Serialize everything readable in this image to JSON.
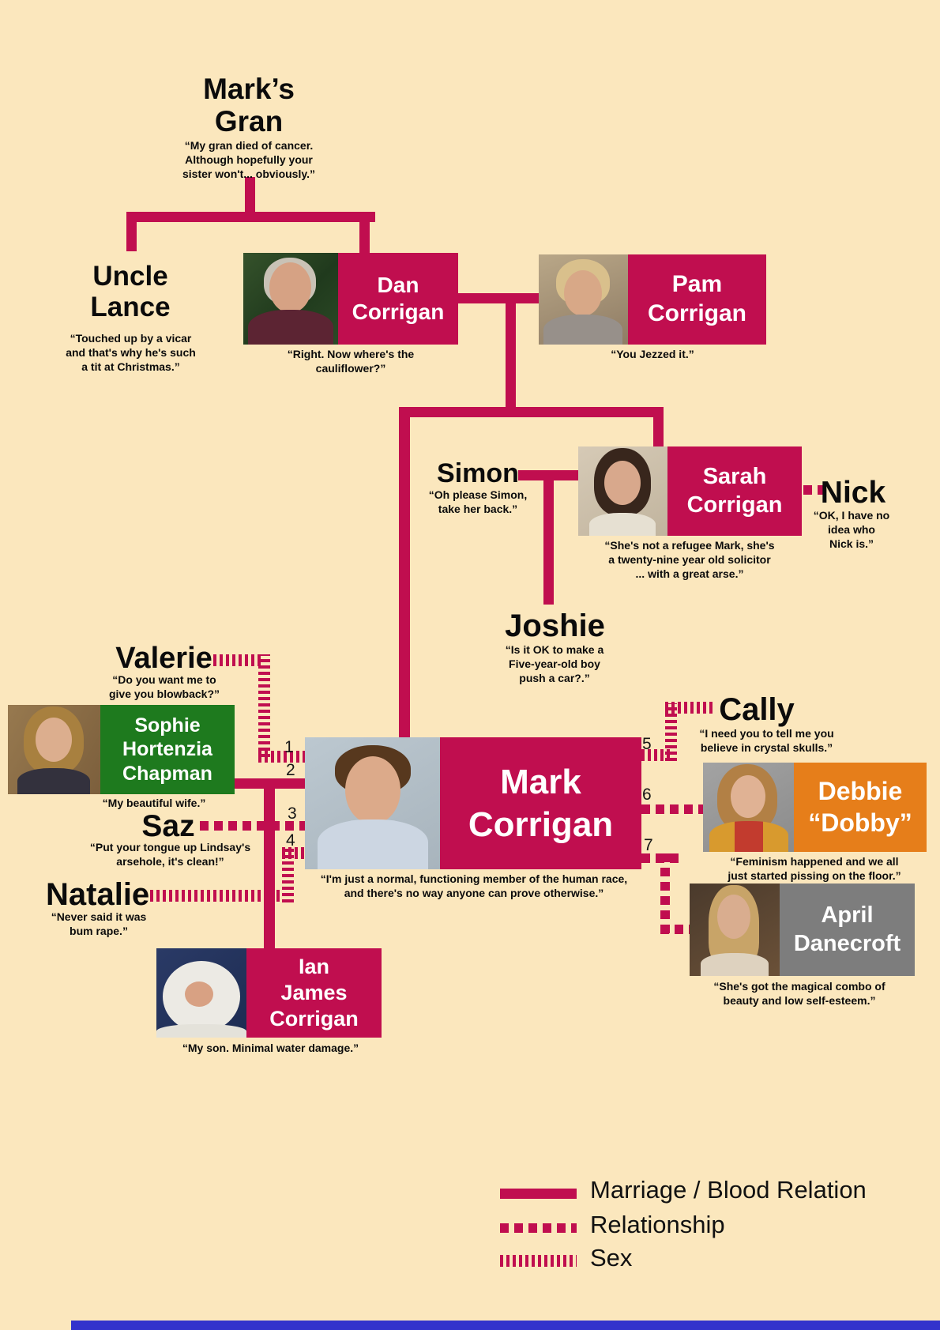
{
  "people": {
    "gran": {
      "name": "Mark’s\nGran",
      "quote": "“My gran died of cancer.\nAlthough hopefully your\nsister won't... obviously.”"
    },
    "lance": {
      "name": "Uncle\nLance",
      "quote": "“Touched up by a vicar\nand that's why he's such\na tit at Christmas.”"
    },
    "dan": {
      "name": "Dan\nCorrigan",
      "quote": "“Right. Now where's the\ncauliflower?”"
    },
    "pam": {
      "name": "Pam\nCorrigan",
      "quote": "“You Jezzed it.”"
    },
    "simon": {
      "name": "Simon",
      "quote": "“Oh please Simon,\ntake her back.”"
    },
    "sarah": {
      "name": "Sarah\nCorrigan",
      "quote": "“She's not a refugee Mark, she's\na twenty-nine year old solicitor\n... with a great arse.”"
    },
    "nick": {
      "name": "Nick",
      "quote": "“OK, I have no\nidea who\nNick is.”"
    },
    "joshie": {
      "name": "Joshie",
      "quote": "“Is it OK to make a\nFive-year-old boy\npush a car?.”"
    },
    "valerie": {
      "name": "Valerie",
      "quote": "“Do you want me to\ngive you blowback?”"
    },
    "sophie": {
      "name": "Sophie\nHortenzia\nChapman",
      "quote": "“My beautiful wife.”"
    },
    "saz": {
      "name": "Saz",
      "quote": "“Put your tongue up Lindsay's\narsehole, it's clean!”"
    },
    "natalie": {
      "name": "Natalie",
      "quote": "“Never said it was\nbum rape.”"
    },
    "mark": {
      "name": "Mark\nCorrigan",
      "quote": "“I'm just a normal, functioning member of the human race,\nand there's no way anyone can prove otherwise.”"
    },
    "ian": {
      "name": "Ian\nJames\nCorrigan",
      "quote": "“My son. Minimal water damage.”"
    },
    "cally": {
      "name": "Cally",
      "quote": "“I need you to tell me you\nbelieve in crystal skulls.”"
    },
    "dobby": {
      "name": "Debbie\n“Dobby”",
      "quote": "“Feminism happened and we all\njust started pissing on the floor.”"
    },
    "april": {
      "name": "April\nDanecroft",
      "quote": "“She's got the magical combo of\nbeauty and low self-esteem.”"
    }
  },
  "connection_numbers": [
    "1",
    "2",
    "3",
    "4",
    "5",
    "6",
    "7"
  ],
  "legend": {
    "marriage_label": "Marriage / Blood Relation",
    "relationship_label": "Relationship",
    "sex_label": "Sex"
  },
  "colors": {
    "background": "#FBE7BD",
    "line_crimson": "#C00E4F",
    "sophie_box_green": "#1E7A1E",
    "dobby_box_orange": "#E67E1A",
    "april_box_gray": "#7D7D7D",
    "footer_blue": "#3333CC"
  }
}
